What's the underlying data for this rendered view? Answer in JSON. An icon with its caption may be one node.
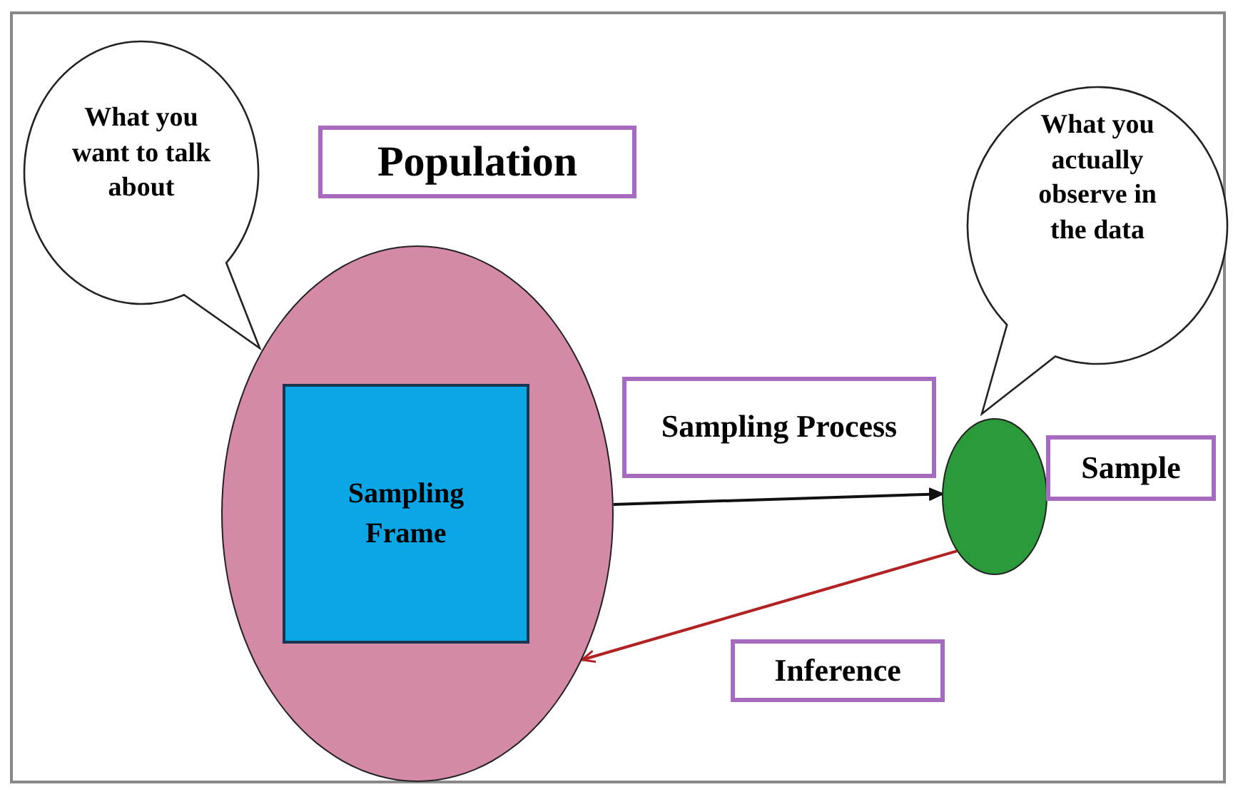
{
  "diagram": {
    "nodes": [
      {
        "text": [
          "What you want to talk about"
        ]
      },
      {
        "text": [
          "Population"
        ]
      },
      {
        "text": [],
        "shape": "ellipse"
      },
      {
        "text": [
          "Sampling Frame"
        ],
        "in": 2
      },
      {
        "text": [
          "What you actually observe in the data"
        ]
      },
      {
        "text": [
          "Sampling Process"
        ]
      },
      {
        "text": [],
        "shape": "ellipse"
      },
      {
        "text": [
          "Sample"
        ]
      },
      {
        "text": [
          "Inference"
        ]
      }
    ],
    "edges": [
      {
        "from": 2,
        "to": 6,
        "arrow": "to"
      },
      {
        "from": 6,
        "to": 2,
        "arrow": "to",
        "color": "#b22222"
      }
    ]
  }
}
